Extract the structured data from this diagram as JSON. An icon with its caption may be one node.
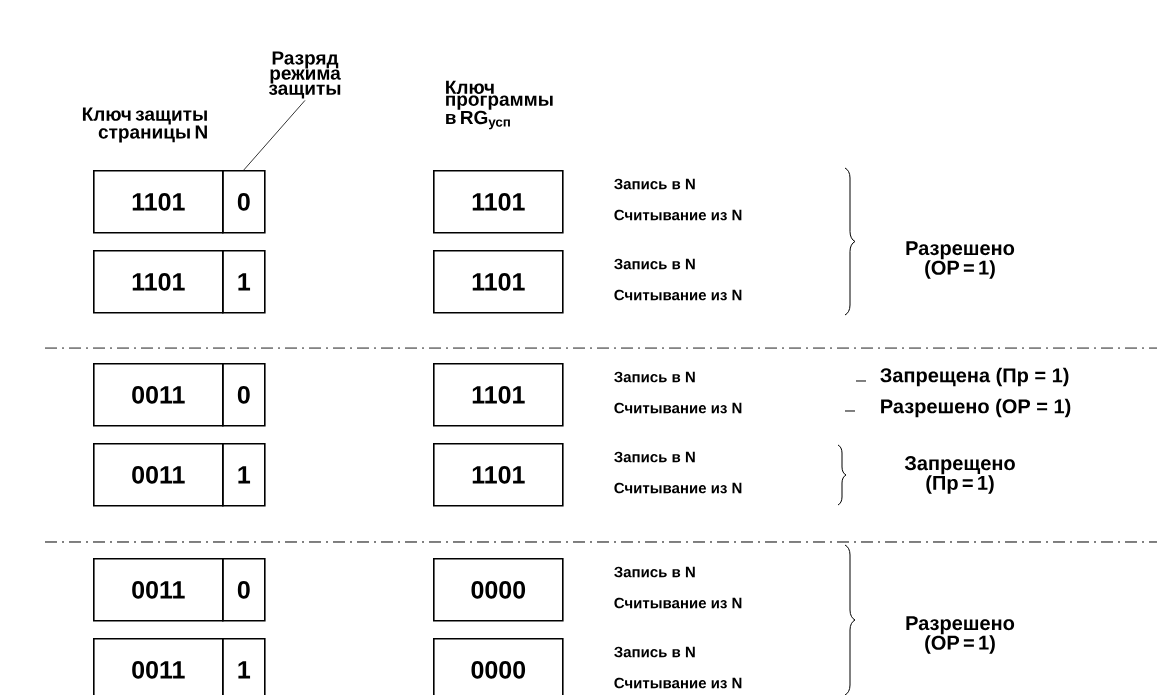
{
  "diagram": {
    "nodes": [
      {
        "text": [
          "Разряд режима защиты"
        ]
      },
      {
        "text": [
          "1101"
        ]
      },
      {
        "text": [
          "0"
        ]
      },
      {
        "text": [
          "1101"
        ]
      },
      {
        "text": [
          "1101"
        ]
      },
      {
        "text": [
          "1"
        ]
      },
      {
        "text": [
          "1101"
        ]
      },
      {
        "text": [
          "0011"
        ]
      },
      {
        "text": [
          "0"
        ]
      },
      {
        "text": [
          "1101"
        ]
      },
      {
        "text": [
          "0011"
        ]
      },
      {
        "text": [
          "1"
        ]
      },
      {
        "text": [
          "1101"
        ]
      },
      {
        "text": [
          "0011"
        ]
      },
      {
        "text": [
          "0"
        ]
      },
      {
        "text": [
          "0000"
        ]
      },
      {
        "text": [
          "0011"
        ]
      },
      {
        "text": [
          "1"
        ]
      },
      {
        "text": [
          "0000"
        ]
      }
    ],
    "edges": [
      {
        "from": 0,
        "to": 2,
        "arrow": "none"
      }
    ],
    "labels": [
      "Ключ защиты страницы N",
      "Ключ программы в RG$_{усп}$",
      "Запись в N",
      "Считывание из N",
      "Разрешено (ОР = 1)",
      "Запись в N",
      "Считывание из N",
      "Запись в N",
      "Запрещена (Пр = 1)",
      "Считывание из N",
      "Разрешено (ОР = 1)",
      "Запись в N",
      "Считывание из N",
      "Запрещено (Пр = 1)",
      "Запись в N",
      "Считывание из N",
      "Разрешено (ОР = 1)",
      "Запись в N",
      "Считывание из N"
    ]
  }
}
